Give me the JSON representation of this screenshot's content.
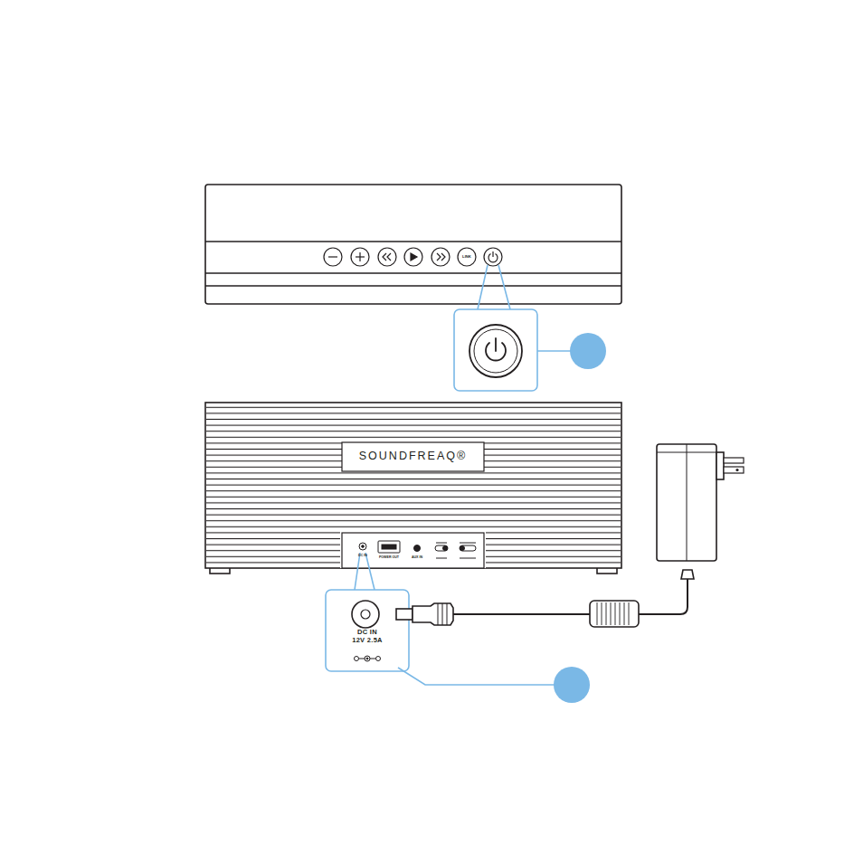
{
  "diagram": {
    "nodes": [
      {
        "text": [
          "SOUNDFREAQ®"
        ]
      },
      {
        "text": [
          "DC IN",
          "12V 2.5A"
        ]
      }
    ],
    "labels": [
      "LINK",
      "DC IN",
      "POWER OUT",
      "AUX IN"
    ]
  }
}
